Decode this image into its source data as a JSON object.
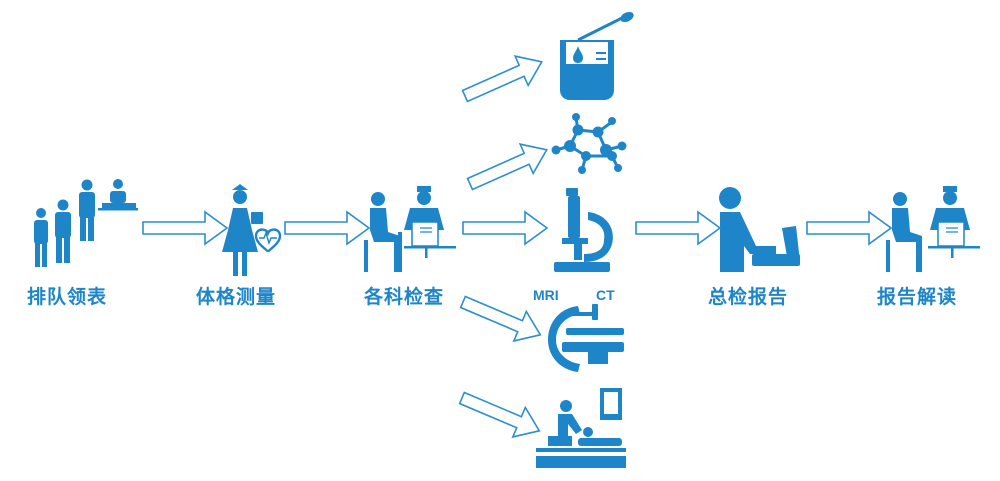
{
  "colors": {
    "primary": "#1e86c8",
    "arrow_stroke": "#2b8fd0",
    "background": "#ffffff"
  },
  "steps": [
    {
      "label": "排队领表",
      "icon": "queue-people-icon"
    },
    {
      "label": "体格测量",
      "icon": "nurse-heart-icon"
    },
    {
      "label": "各科检查",
      "icon": "doctor-patient-icon"
    },
    {
      "label": "总检报告",
      "icon": "doctor-computer-icon"
    },
    {
      "label": "报告解读",
      "icon": "doctor-patient-consult-icon"
    }
  ],
  "branches": [
    {
      "icon": "lab-beaker-icon"
    },
    {
      "icon": "molecule-icon"
    },
    {
      "icon": "microscope-icon"
    },
    {
      "icon": "ct-scanner-icon",
      "sublabels": [
        "MRI",
        "CT"
      ]
    },
    {
      "icon": "physical-therapy-icon"
    }
  ]
}
